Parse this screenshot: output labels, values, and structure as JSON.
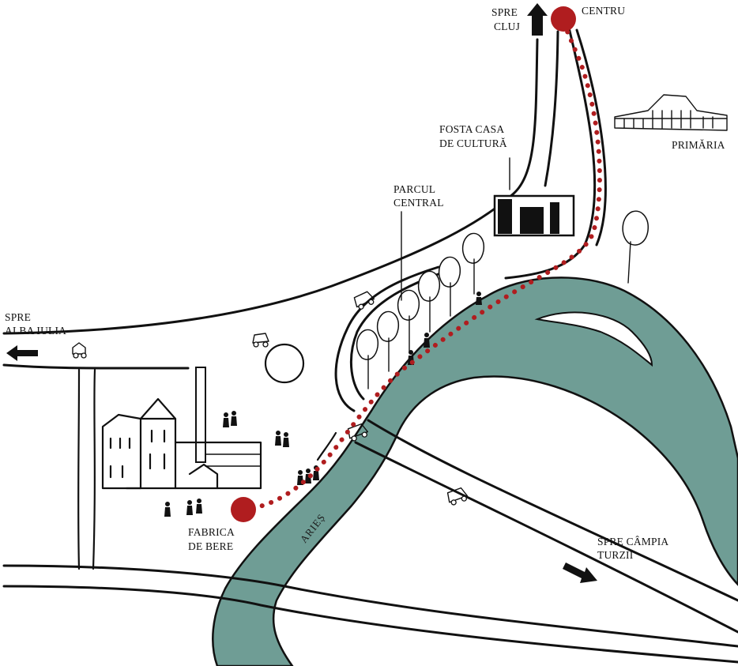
{
  "map": {
    "labels": {
      "spre_cluj_line1": "SPRE",
      "spre_cluj_line2": "CLUJ",
      "centru": "CENTRU",
      "fosta_line1": "FOSTA CASA",
      "fosta_line2": "DE CULTURĂ",
      "primaria": "PRIMĂRIA",
      "parcul_line1": "PARCUL",
      "parcul_line2": "CENTRAL",
      "spre_alba_line1": "SPRE",
      "spre_alba_line2": "ALBA IULIA",
      "fabrica_line1": "FABRICA",
      "fabrica_line2": "DE BERE",
      "aries": "ARIEȘ",
      "spre_campia_line1": "SPRE CÂMPIA",
      "spre_campia_line2": "TURZII"
    },
    "colors": {
      "river": "#6f9d95",
      "route": "#b01d1f",
      "ink": "#111111"
    },
    "icons": {
      "arrow_north": "arrow-up-icon",
      "arrow_west": "arrow-left-icon",
      "arrow_southeast": "arrow-down-right-icon",
      "endpoint": "red-dot-icon",
      "vehicle": "car-icon",
      "building": "building-icon",
      "tree": "tree-icon",
      "person": "person-icon"
    }
  }
}
